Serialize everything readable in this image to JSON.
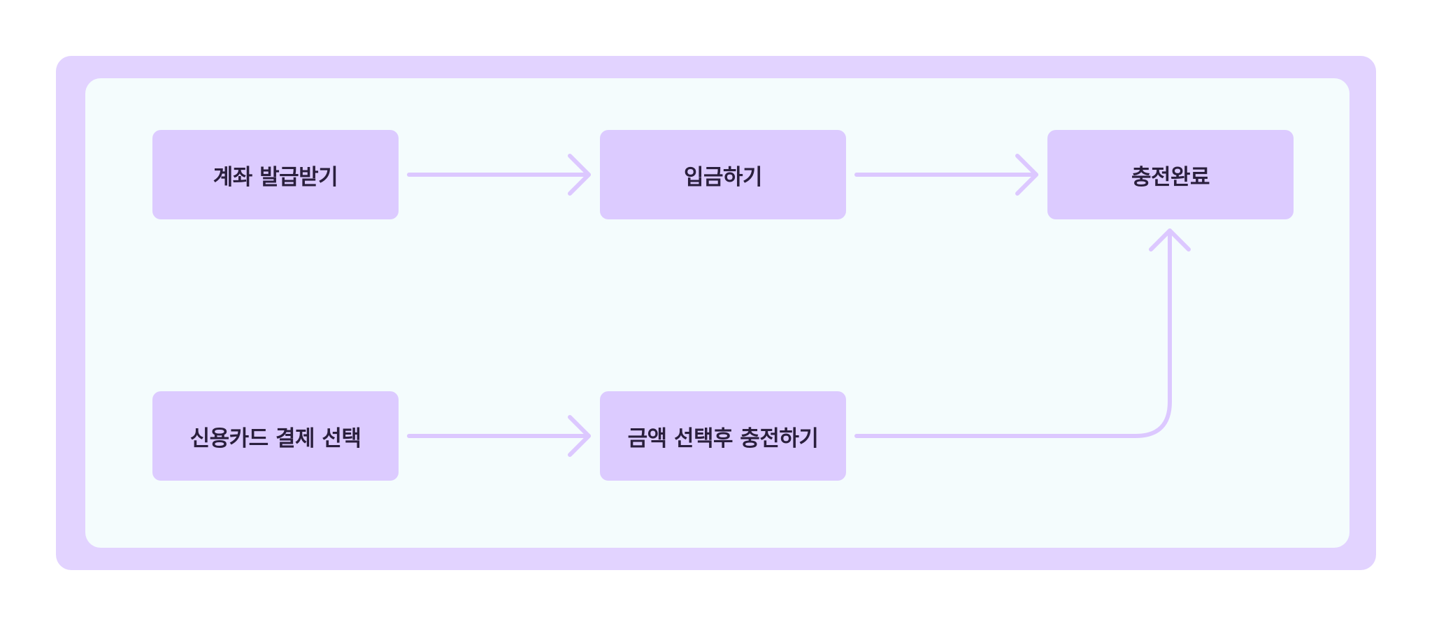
{
  "colors": {
    "outer_frame": "#e2d3ff",
    "inner_panel": "#f4fcfd",
    "node_fill": "#dccbff",
    "node_text": "#2a1f3d",
    "connector": "#dcc8ff"
  },
  "nodes": [
    {
      "id": "n1",
      "label": "계좌 발급받기"
    },
    {
      "id": "n2",
      "label": "입금하기"
    },
    {
      "id": "n3",
      "label": "충전완료"
    },
    {
      "id": "n4",
      "label": "신용카드 결제 선택"
    },
    {
      "id": "n5",
      "label": "금액 선택후 충전하기"
    }
  ],
  "edges": [
    {
      "from": "n1",
      "to": "n2"
    },
    {
      "from": "n2",
      "to": "n3"
    },
    {
      "from": "n4",
      "to": "n5"
    },
    {
      "from": "n5",
      "to": "n3"
    }
  ]
}
